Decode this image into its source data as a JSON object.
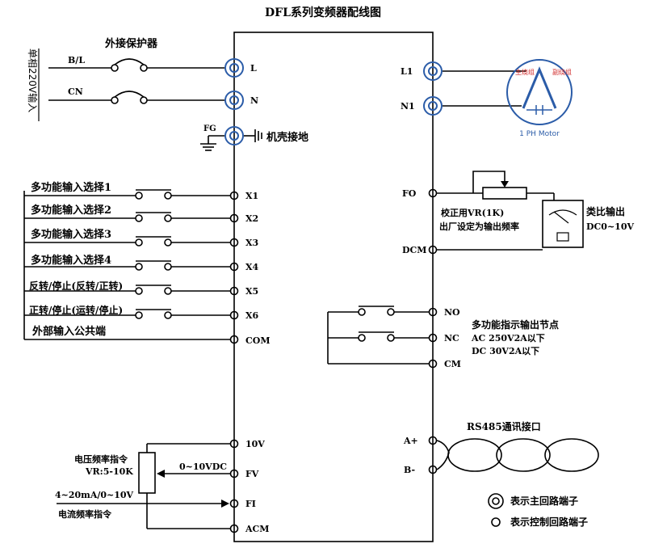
{
  "title": "DFL系列变频器配线图",
  "power": {
    "side_label": "单相220V输入",
    "breaker_label": "外接保护器",
    "bl": "B/L",
    "cn": "CN",
    "fg": "FG",
    "ground_label": "机壳接地"
  },
  "terminals_left": {
    "L": "L",
    "N": "N",
    "X1": "X1",
    "X2": "X2",
    "X3": "X3",
    "X4": "X4",
    "X5": "X5",
    "X6": "X6",
    "COM": "COM",
    "V10": "10V",
    "FV": "FV",
    "FI": "FI",
    "ACM": "ACM"
  },
  "inputs": {
    "x1": "多功能输入选择1",
    "x2": "多功能输入选择2",
    "x3": "多功能输入选择3",
    "x4": "多功能输入选择4",
    "x5": "反转/停止(反转/正转)",
    "x6": "正转/停止(运转/停止)",
    "com": "外部输入公共端"
  },
  "analog": {
    "voltage_cmd": "电压频率指令",
    "vr": "VR:5-10K",
    "vdc": "0~10VDC",
    "current_range": "4~20mA/0~10V",
    "current_cmd": "电流频率指令"
  },
  "terminals_right": {
    "L1": "L1",
    "N1": "N1",
    "FO": "FO",
    "DCM": "DCM",
    "NO": "NO",
    "NC": "NC",
    "CM": "CM",
    "Aplus": "A+",
    "Bminus": "B-"
  },
  "motor": {
    "main_winding": "主绕组",
    "aux_winding": "副绕组",
    "label": "1 PH Motor"
  },
  "meter": {
    "calib": "校正用VR(1K)",
    "factory": "出厂设定为输出频率",
    "analog_out": "类比输出",
    "range": "DC0~10V"
  },
  "relay": {
    "desc": "多功能指示输出节点",
    "ac": "AC  250V2A以下",
    "dc": "DC  30V2A以下"
  },
  "rs485": "RS485通讯接口",
  "legend": {
    "main": "表示主回路端子",
    "control": "表示控制回路端子"
  },
  "colors": {
    "motor_blue": "#2b5ca8",
    "motor_red": "#d23030"
  }
}
